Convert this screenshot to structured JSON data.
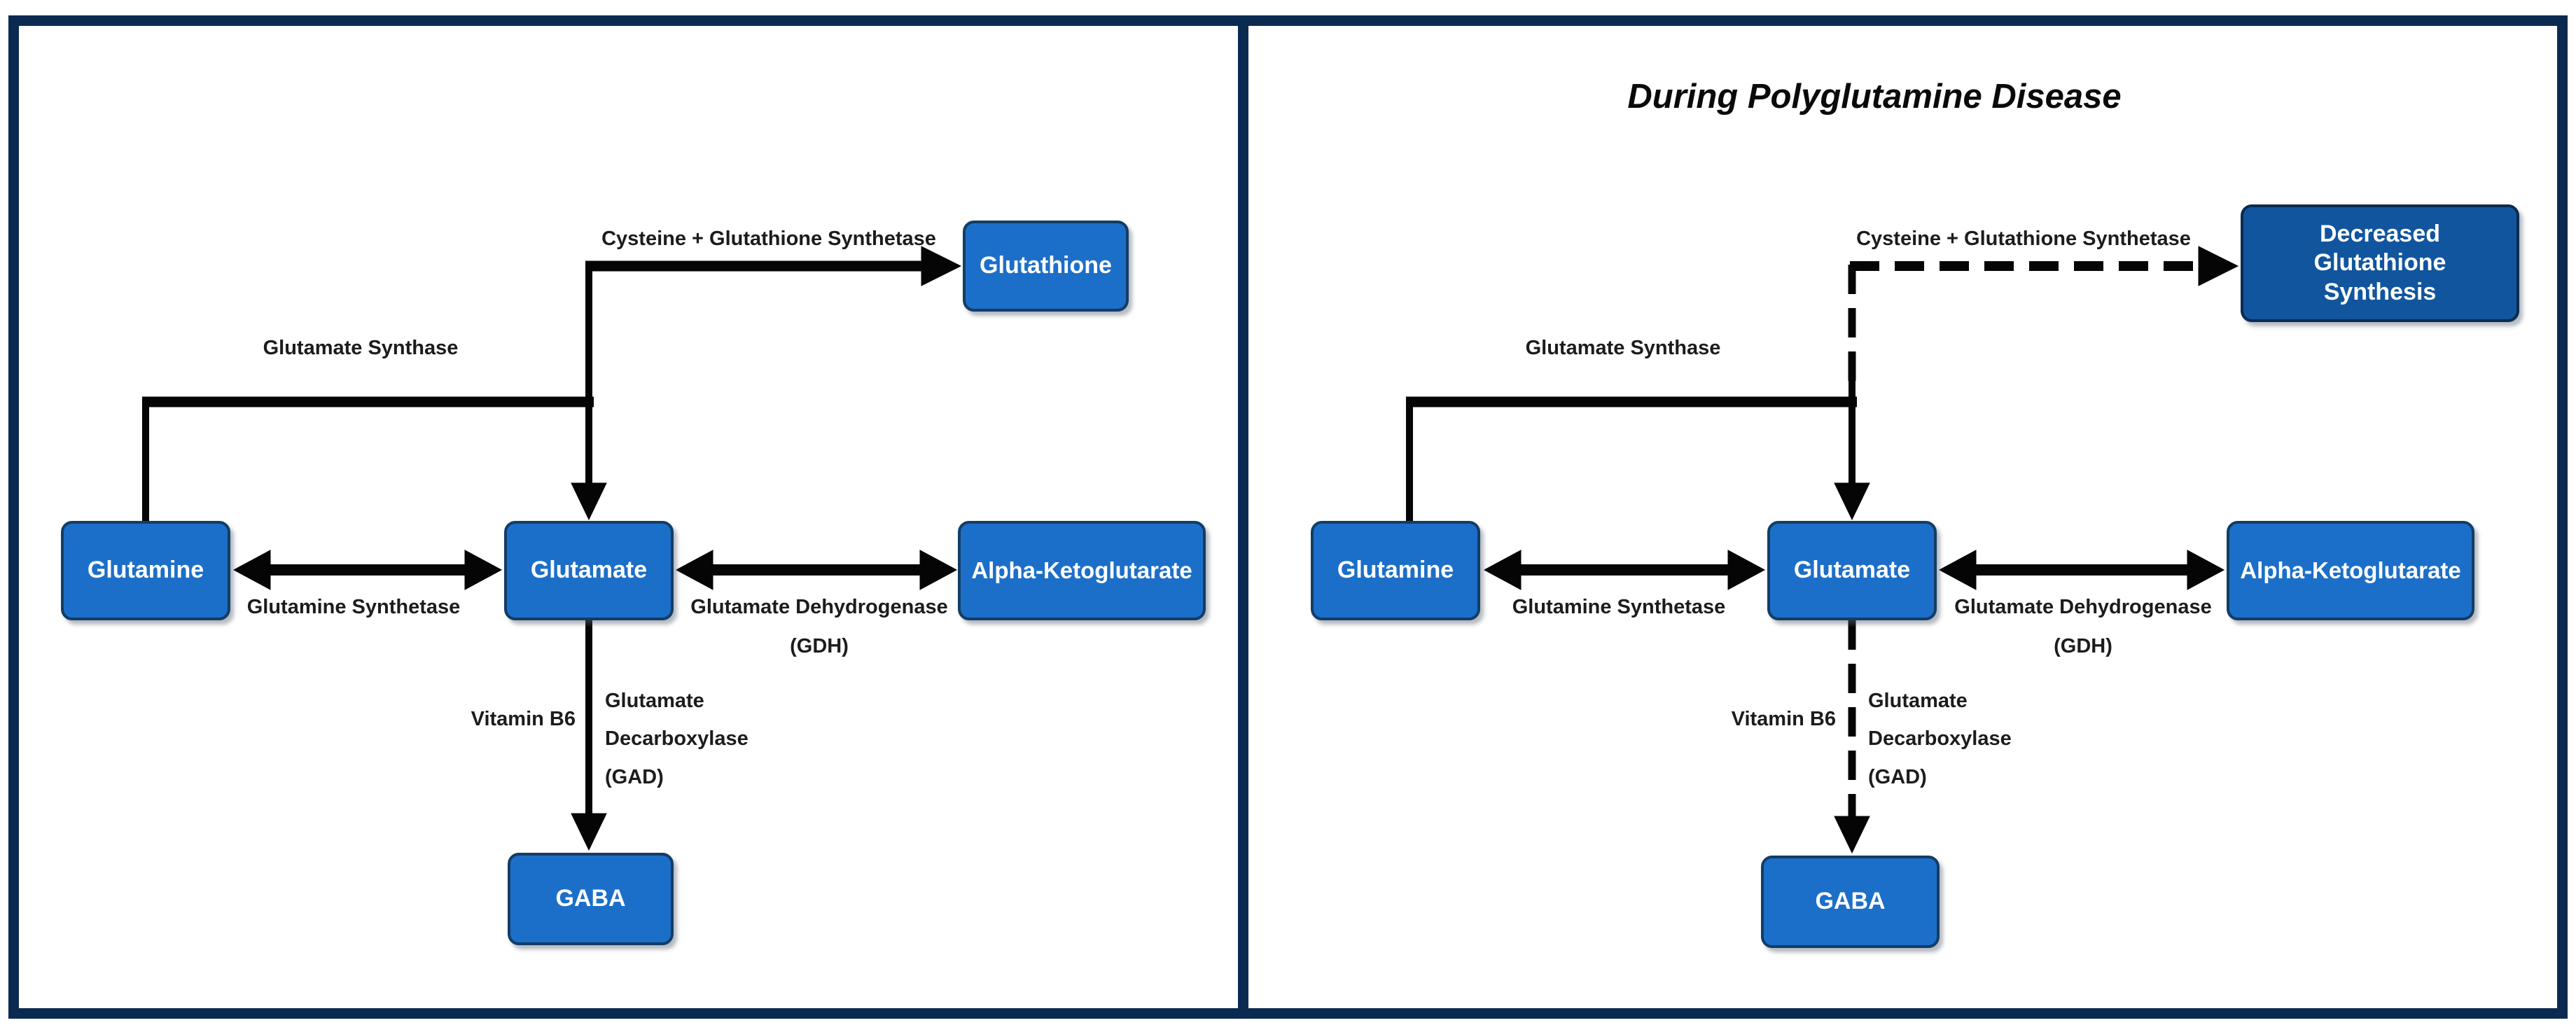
{
  "colors": {
    "frame_navy": "#0b2a52",
    "node_blue": "#1c6fc8",
    "node_dark_blue": "#11559e",
    "line_black": "#050505",
    "node_text": "#ffffff"
  },
  "left_panel": {
    "boxes": {
      "glutamine": "Glutamine",
      "glutamate": "Glutamate",
      "alpha_ketoglutarate": "Alpha-Ketoglutarate",
      "glutathione": "Glutathione",
      "gaba": "GABA"
    },
    "labels": {
      "cysteine_glutathione_synthetase": "Cysteine + Glutathione Synthetase",
      "glutamate_synthase": "Glutamate Synthase",
      "glutamine_synthetase": "Glutamine Synthetase",
      "glutamate_dehydrogenase": "Glutamate Dehydrogenase",
      "gdh_abbrev": "(GDH)",
      "vitamin_b6": "Vitamin B6",
      "decarboxylase_line1": "Glutamate",
      "decarboxylase_line2": "Decarboxylase",
      "gad_abbrev": "(GAD)"
    }
  },
  "right_panel": {
    "title": "During Polyglutamine Disease",
    "boxes": {
      "glutamine": "Glutamine",
      "glutamate": "Glutamate",
      "alpha_ketoglutarate": "Alpha-Ketoglutarate",
      "decreased_glutathione": "Decreased Glutathione Synthesis",
      "gaba": "GABA"
    },
    "labels": {
      "cysteine_glutathione_synthetase": "Cysteine + Glutathione Synthetase",
      "glutamate_synthase": "Glutamate Synthase",
      "glutamine_synthetase": "Glutamine Synthetase",
      "glutamate_dehydrogenase": "Glutamate Dehydrogenase",
      "gdh_abbrev": "(GDH)",
      "vitamin_b6": "Vitamin B6",
      "decarboxylase_line1": "Glutamate",
      "decarboxylase_line2": "Decarboxylase",
      "gad_abbrev": "(GAD)"
    }
  }
}
